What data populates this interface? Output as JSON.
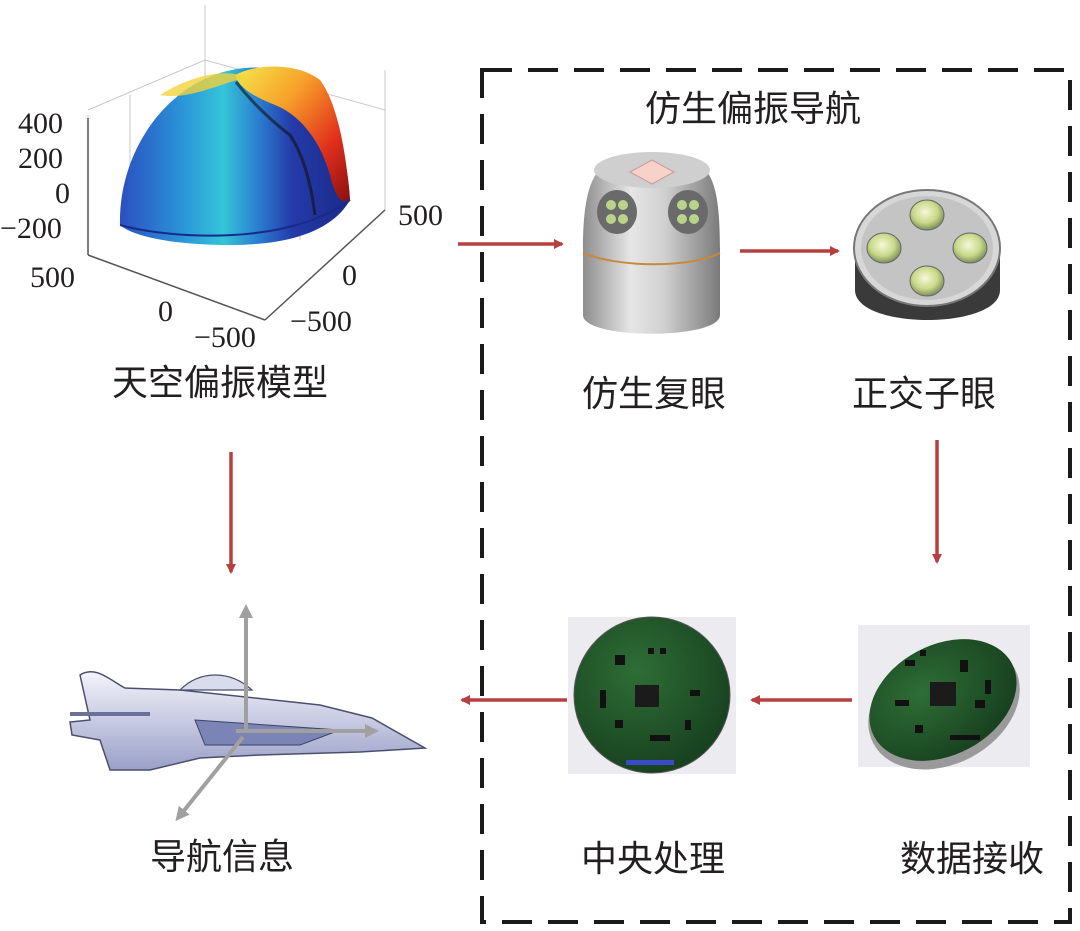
{
  "labels": {
    "sky_model": "天空偏振模型",
    "nav_info": "导航信息",
    "bionic_nav": "仿生偏振导航",
    "compound_eye": "仿生复眼",
    "orthogonal_eye": "正交子眼",
    "data_receive": "数据接收",
    "central_processing": "中央处理"
  },
  "axis_ticks": {
    "z": [
      "400",
      "200",
      "0",
      "−200"
    ],
    "x": [
      "500",
      "0",
      "−500"
    ],
    "y": [
      "500",
      "0",
      "−500"
    ]
  },
  "colors": {
    "arrow": "#b5403f",
    "dashed_border": "#1a1a1a",
    "text": "#231f20",
    "pcb_green": "#1f5a2a",
    "chassis_gray": "#a8a8a8"
  },
  "icons": [
    "hemisphere-plot",
    "bionic-compound-eye-device",
    "orthogonal-sub-eye-lens-array",
    "pcb-board",
    "fighter-jet",
    "coordinate-axes"
  ]
}
